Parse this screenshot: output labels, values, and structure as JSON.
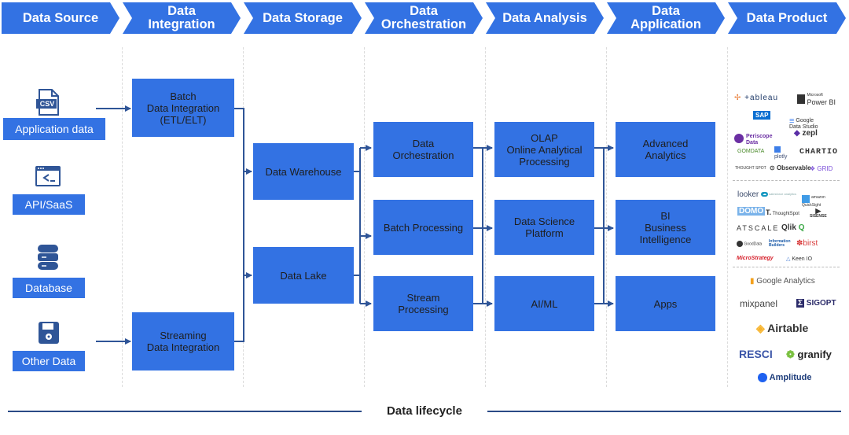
{
  "header_stages": [
    "Data Source",
    "Data\nIntegration",
    "Data Storage",
    "Data\nOrchestration",
    "Data Analysis",
    "Data\nApplication",
    "Data Product"
  ],
  "sources": {
    "csv_badge": "CSV",
    "application": "Application data",
    "api": "API/SaaS",
    "database": "Database",
    "other": "Other Data"
  },
  "integration": {
    "batch": "Batch\nData Integration\n(ETL/ELT)",
    "streaming": "Streaming\nData Integration"
  },
  "storage": {
    "warehouse": "Data Warehouse",
    "lake": "Data Lake"
  },
  "orchestration": {
    "orchestration": "Data\nOrchestration",
    "batch": "Batch Processing",
    "stream": "Stream\nProcessing"
  },
  "analysis": {
    "olap": "OLAP\nOnline Analytical\nProcessing",
    "science": "Data Science\nPlatform",
    "aiml": "AI/ML"
  },
  "application": {
    "advanced": "Advanced\nAnalytics",
    "bi": "BI\nBusiness\nIntelligence",
    "apps": "Apps"
  },
  "products": {
    "group1": {
      "tableau": "+ableau",
      "powerbi": "Power BI",
      "powerbi_small": "Microsoft",
      "sap": "SAP",
      "google_data_studio": "Google\nData Studio",
      "periscope": "Periscope\nData",
      "zepl": "zepl",
      "gooddata": "GOMDATA",
      "plotly": "plotly",
      "chartio": "CHARTIO",
      "thoughtspot_small": "THOUGHT SPOT",
      "observable": "Observable",
      "grid": "GRID"
    },
    "group2": {
      "looker": "looker",
      "salesforce": "salesforce analytics",
      "quicksight": "amazon\nQuickSight",
      "domo": "DOMO",
      "thoughtspot": "ThoughtSpot",
      "sisense": "SISENSE",
      "atscale": "ATSCALE",
      "qlik": "Qlik",
      "gooddata": "GoodData",
      "information_builders": "Information\nBuilders",
      "birst": "birst",
      "microstrategy": "MicroStrategy",
      "keenio": "Keen IO"
    },
    "group3": {
      "google_analytics": "Google Analytics",
      "mixpanel": "mixpanel",
      "sigopt": "SIGOPT",
      "airtable": "Airtable",
      "resci": "RESCI",
      "granify": "granify",
      "amplitude": "Amplitude"
    }
  },
  "footer": "Data lifecycle",
  "colors": {
    "accent": "#3372e3",
    "arrow": "#2f5597",
    "footer_line": "#2b4a86"
  }
}
